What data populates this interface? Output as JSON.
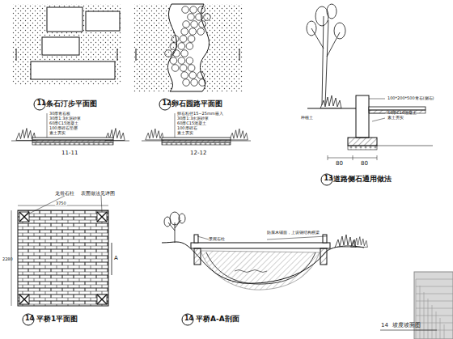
{
  "diagram": {
    "labels": [
      "11",
      "条石汀步平面图",
      "12",
      "卵石园路平面图",
      "13",
      "道路侧石通用做法",
      "30厚青石板",
      "30厚1:3水泥砂浆",
      "60厚C15混凝土",
      "100厚碎石垫层",
      "素土夯实",
      "11-11",
      "卵石粒径15~25mm嵌入",
      "30厚1:3水泥砂浆",
      "60厚C15混凝土",
      "100厚碎石",
      "素土夯实",
      "12-12",
      "100*200*500青石(侧石)",
      "60厚C10混凝土",
      "素土夯实",
      "种植土",
      "80",
      "80",
      "龙骨石柱",
      "表面做法见详图",
      "3750",
      "2280",
      "A",
      "14",
      "平桥1平面图",
      "景观石柱",
      "防腐木铺面，上设钢结构横梁",
      "14",
      "平桥A-A剖面",
      "14",
      "坡度坡面图"
    ]
  }
}
